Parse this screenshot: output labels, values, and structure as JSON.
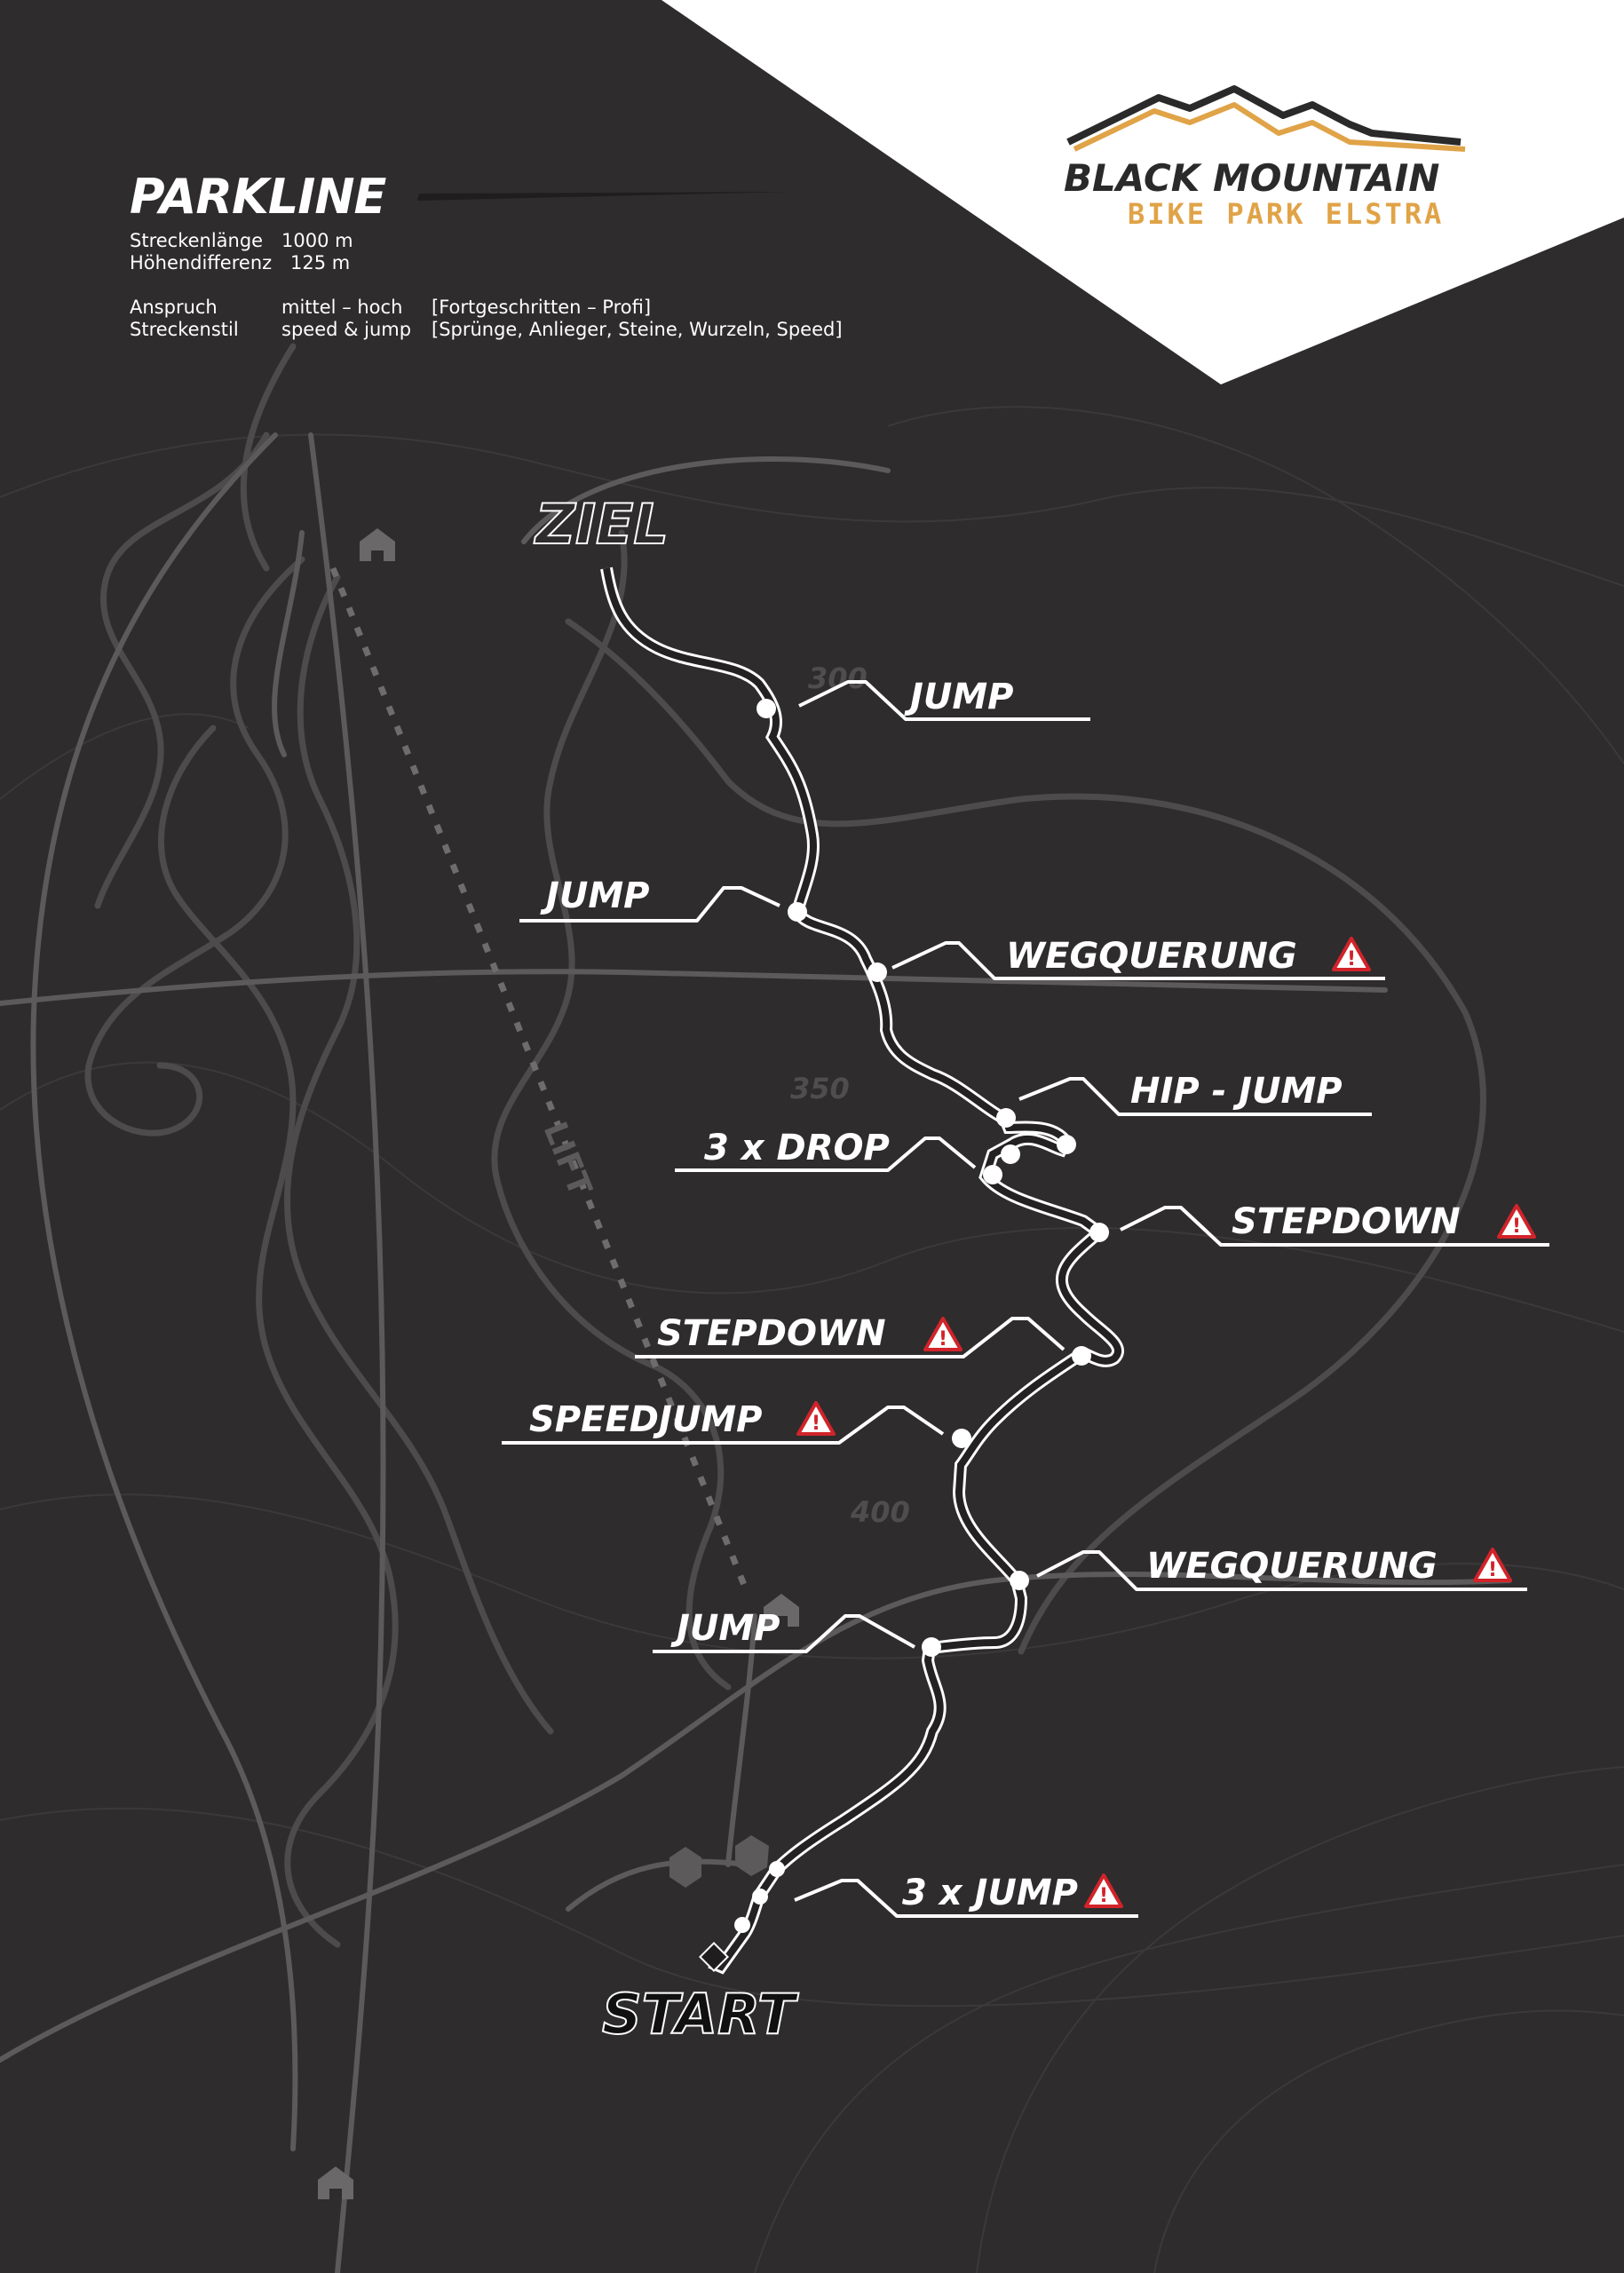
{
  "title": "PARKLINE",
  "stats": {
    "length_label": "Streckenlänge",
    "length_value": "1000 m",
    "elevation_label": "Höhendifferenz",
    "elevation_value": "125 m",
    "difficulty_label": "Anspruch",
    "difficulty_value": "mittel – hoch",
    "difficulty_note": "[Fortgeschritten – Profi]",
    "style_label": "Streckenstil",
    "style_value": "speed & jump",
    "style_note": "[Sprünge, Anlieger, Steine, Wurzeln, Speed]"
  },
  "brand": {
    "name": "BLACK MOUNTAIN",
    "sub": "BIKE PARK ELSTRA"
  },
  "colors": {
    "background": "#2e2c2d",
    "contour": "#4a4849",
    "road": "#5c5a5b",
    "accent": "#e0a347",
    "warning": "#d2232a",
    "text": "#ffffff"
  },
  "map": {
    "finish": "ZIEL",
    "start": "START",
    "lift": "LIFT",
    "contours": [
      "300",
      "350",
      "400"
    ]
  },
  "features": [
    {
      "label": "JUMP",
      "warning": false
    },
    {
      "label": "JUMP",
      "warning": false
    },
    {
      "label": "WEGQUERUNG",
      "warning": true
    },
    {
      "label": "HIP - JUMP",
      "warning": false
    },
    {
      "label": "3 x DROP",
      "warning": false
    },
    {
      "label": "STEPDOWN",
      "warning": true
    },
    {
      "label": "STEPDOWN",
      "warning": true
    },
    {
      "label": "SPEEDJUMP",
      "warning": true
    },
    {
      "label": "WEGQUERUNG",
      "warning": true
    },
    {
      "label": "JUMP",
      "warning": false
    },
    {
      "label": "3 x JUMP",
      "warning": true
    }
  ]
}
